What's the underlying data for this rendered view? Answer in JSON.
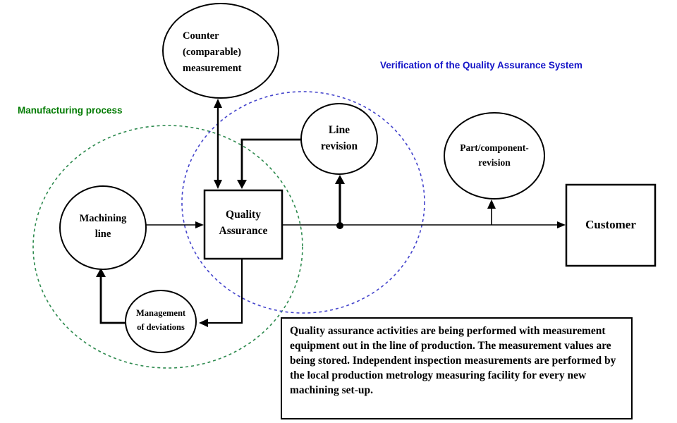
{
  "diagram": {
    "zone_labels": {
      "manufacturing": "Manufacturing process",
      "verification": "Verification of the Quality Assurance System"
    },
    "nodes": {
      "counter": {
        "lines": [
          "Counter",
          "(comparable)",
          "measurement"
        ]
      },
      "machining": {
        "lines": [
          "Machining",
          "line"
        ]
      },
      "quality_assurance": {
        "lines": [
          "Quality",
          "Assurance"
        ]
      },
      "line_revision": {
        "lines": [
          "Line",
          "revision"
        ]
      },
      "part_revision": {
        "lines": [
          "Part/component-",
          "revision"
        ]
      },
      "management": {
        "lines": [
          "Management",
          "of deviations"
        ]
      },
      "customer": {
        "lines": [
          "Customer"
        ]
      }
    },
    "note": {
      "text": "Quality assurance activities are being performed with measurement equipment out in the line of production. The measurement values are being stored. Independent inspection measurements are performed by the local production metrology measuring facility for every new machining set-up."
    },
    "colors": {
      "manufacturing_label": "#007a00",
      "verification_label": "#1414c8",
      "green_boundary_dash": "#2d8a4e",
      "blue_boundary_dash": "#4444cc",
      "shape_stroke": "#000000",
      "background": "#ffffff"
    }
  }
}
